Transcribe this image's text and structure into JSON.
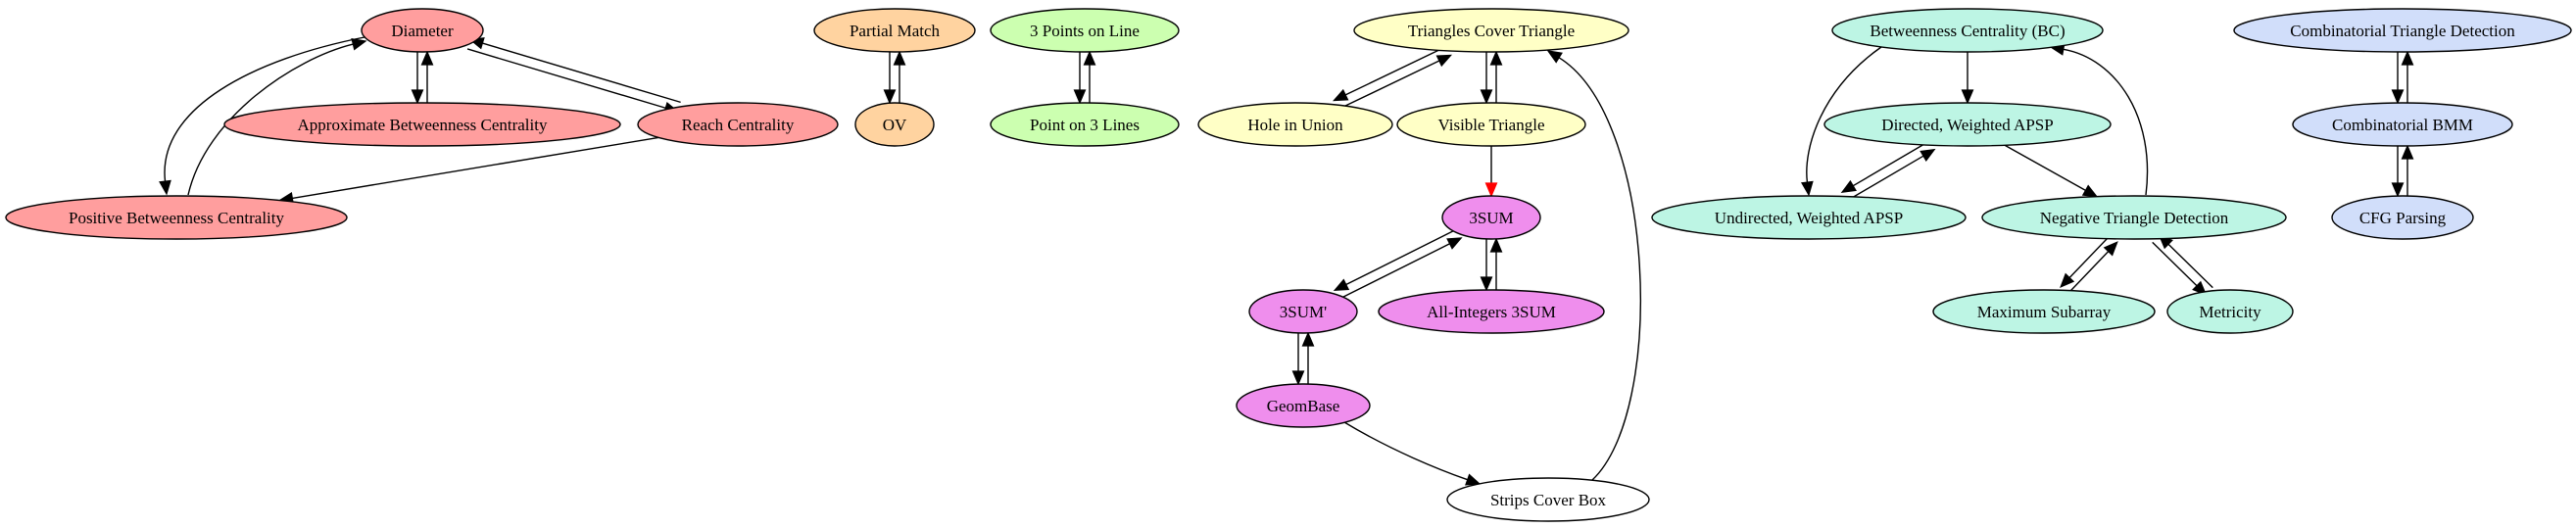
{
  "colors": {
    "red": "#ff9e9e",
    "orange": "#ffd3a0",
    "green": "#ccffb0",
    "yellow": "#ffffc6",
    "magenta": "#ef8eed",
    "teal": "#bdf5e4",
    "blue": "#d1defa",
    "white": "#ffffff",
    "edge": "#000000",
    "highlight_edge": "#ff0000"
  },
  "nodes": [
    {
      "id": "diameter",
      "label": "Diameter",
      "color": "red"
    },
    {
      "id": "approx_bc",
      "label": "Approximate Betweenness Centrality",
      "color": "red"
    },
    {
      "id": "reach",
      "label": "Reach Centrality",
      "color": "red"
    },
    {
      "id": "pos_bc",
      "label": "Positive Betweenness Centrality",
      "color": "red"
    },
    {
      "id": "partial_match",
      "label": "Partial Match",
      "color": "orange"
    },
    {
      "id": "ov",
      "label": "OV",
      "color": "orange"
    },
    {
      "id": "three_points",
      "label": "3 Points on Line",
      "color": "green"
    },
    {
      "id": "point_3lines",
      "label": "Point on 3 Lines",
      "color": "green"
    },
    {
      "id": "tri_cover",
      "label": "Triangles Cover Triangle",
      "color": "yellow"
    },
    {
      "id": "hole_union",
      "label": "Hole in Union",
      "color": "yellow"
    },
    {
      "id": "visible_tri",
      "label": "Visible Triangle",
      "color": "yellow"
    },
    {
      "id": "threesum",
      "label": "3SUM",
      "color": "magenta"
    },
    {
      "id": "threesum_p",
      "label": "3SUM'",
      "color": "magenta"
    },
    {
      "id": "allint",
      "label": "All-Integers 3SUM",
      "color": "magenta"
    },
    {
      "id": "geombase",
      "label": "GeomBase",
      "color": "magenta"
    },
    {
      "id": "strips",
      "label": "Strips Cover Box",
      "color": "white"
    },
    {
      "id": "bc",
      "label": "Betweenness Centrality (BC)",
      "color": "teal"
    },
    {
      "id": "dir_apsp",
      "label": "Directed, Weighted APSP",
      "color": "teal"
    },
    {
      "id": "undir_apsp",
      "label": "Undirected, Weighted APSP",
      "color": "teal"
    },
    {
      "id": "neg_tri",
      "label": "Negative Triangle Detection",
      "color": "teal"
    },
    {
      "id": "max_sub",
      "label": "Maximum Subarray",
      "color": "teal"
    },
    {
      "id": "metricity",
      "label": "Metricity",
      "color": "teal"
    },
    {
      "id": "comb_tri",
      "label": "Combinatorial Triangle Detection",
      "color": "blue"
    },
    {
      "id": "comb_bmm",
      "label": "Combinatorial BMM",
      "color": "blue"
    },
    {
      "id": "cfg",
      "label": "CFG Parsing",
      "color": "blue"
    }
  ],
  "edges": [
    {
      "from": "diameter",
      "to": "approx_bc"
    },
    {
      "from": "approx_bc",
      "to": "diameter"
    },
    {
      "from": "diameter",
      "to": "reach"
    },
    {
      "from": "reach",
      "to": "diameter"
    },
    {
      "from": "diameter",
      "to": "pos_bc"
    },
    {
      "from": "pos_bc",
      "to": "diameter"
    },
    {
      "from": "reach",
      "to": "pos_bc"
    },
    {
      "from": "ov",
      "to": "partial_match"
    },
    {
      "from": "partial_match",
      "to": "ov"
    },
    {
      "from": "three_points",
      "to": "point_3lines"
    },
    {
      "from": "point_3lines",
      "to": "three_points"
    },
    {
      "from": "tri_cover",
      "to": "hole_union"
    },
    {
      "from": "hole_union",
      "to": "tri_cover"
    },
    {
      "from": "tri_cover",
      "to": "visible_tri"
    },
    {
      "from": "visible_tri",
      "to": "tri_cover"
    },
    {
      "from": "visible_tri",
      "to": "threesum",
      "highlight": true
    },
    {
      "from": "threesum",
      "to": "threesum_p"
    },
    {
      "from": "threesum_p",
      "to": "threesum"
    },
    {
      "from": "threesum",
      "to": "allint"
    },
    {
      "from": "allint",
      "to": "threesum"
    },
    {
      "from": "threesum_p",
      "to": "geombase"
    },
    {
      "from": "geombase",
      "to": "threesum_p"
    },
    {
      "from": "geombase",
      "to": "strips"
    },
    {
      "from": "strips",
      "to": "tri_cover"
    },
    {
      "from": "bc",
      "to": "dir_apsp"
    },
    {
      "from": "bc",
      "to": "undir_apsp"
    },
    {
      "from": "dir_apsp",
      "to": "undir_apsp"
    },
    {
      "from": "undir_apsp",
      "to": "dir_apsp"
    },
    {
      "from": "dir_apsp",
      "to": "neg_tri"
    },
    {
      "from": "neg_tri",
      "to": "bc"
    },
    {
      "from": "neg_tri",
      "to": "max_sub"
    },
    {
      "from": "max_sub",
      "to": "neg_tri"
    },
    {
      "from": "neg_tri",
      "to": "metricity"
    },
    {
      "from": "metricity",
      "to": "neg_tri"
    },
    {
      "from": "comb_tri",
      "to": "comb_bmm"
    },
    {
      "from": "comb_bmm",
      "to": "comb_tri"
    },
    {
      "from": "comb_bmm",
      "to": "cfg"
    },
    {
      "from": "cfg",
      "to": "comb_bmm"
    }
  ]
}
